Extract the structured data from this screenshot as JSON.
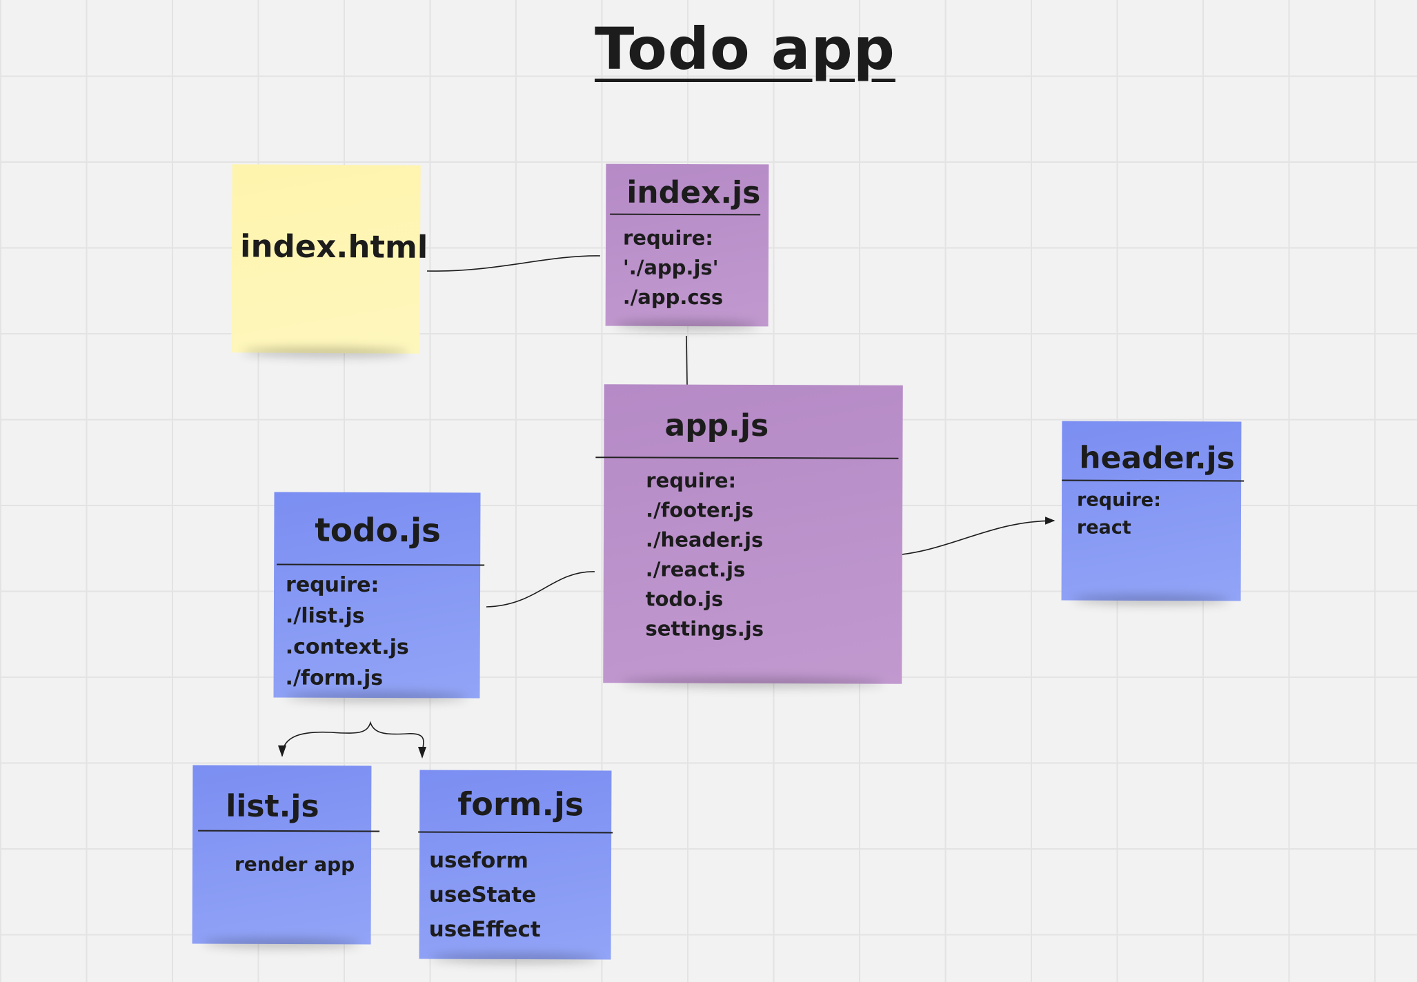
{
  "title": "Todo app",
  "notes": {
    "index_html": {
      "title": "index.html"
    },
    "index_js": {
      "title": "index.js",
      "lines": [
        "require:",
        "'./app.js'",
        "./app.css"
      ]
    },
    "app_js": {
      "title": "app.js",
      "lines": [
        "require:",
        "./footer.js",
        "./header.js",
        "./react.js",
        "todo.js",
        "settings.js"
      ]
    },
    "header_js": {
      "title": "header.js",
      "lines": [
        "require:",
        "react"
      ]
    },
    "todo_js": {
      "title": "todo.js",
      "lines": [
        "require:",
        "./list.js",
        ".context.js",
        "./form.js"
      ]
    },
    "list_js": {
      "title": "list.js",
      "lines": [
        "render app"
      ]
    },
    "form_js": {
      "title": "form.js",
      "lines": [
        "useform",
        "useState",
        "useEffect"
      ]
    }
  },
  "colors": {
    "yellow_note": "#fef4b3",
    "purple_note": "#bb91ca",
    "blue_note": "#8799f4",
    "canvas": "#f2f2f2",
    "grid": "#e3e3e3",
    "ink": "#1c1c1c"
  }
}
